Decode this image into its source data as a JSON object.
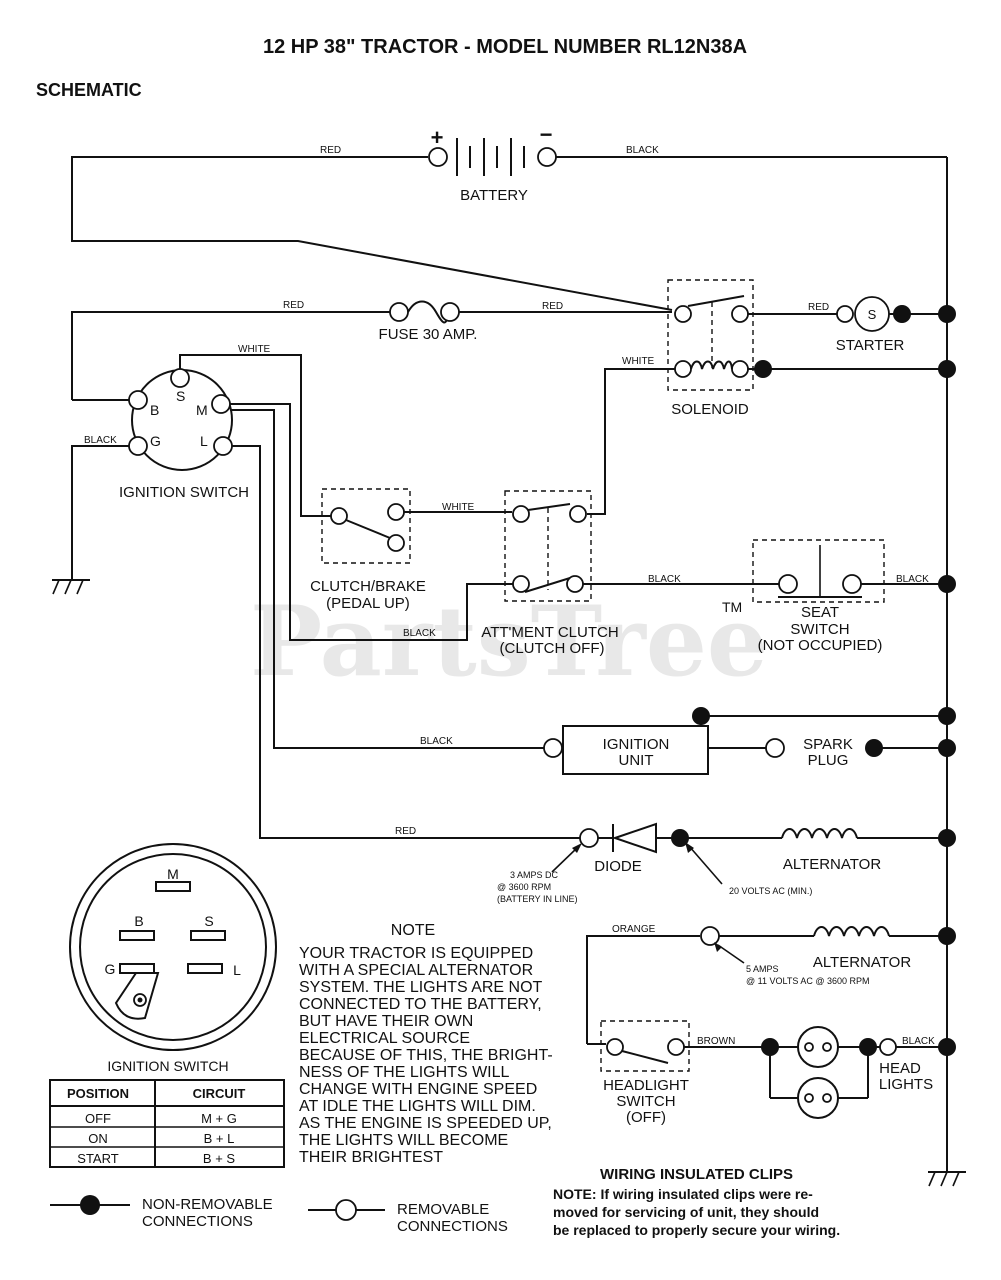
{
  "title": "12 HP 38\" TRACTOR - MODEL NUMBER RL12N38A",
  "subtitle": "SCHEMATIC",
  "watermark": "PartsTree",
  "watermark_tm": "TM",
  "wire_colors": {
    "red": "RED",
    "black": "BLACK",
    "white": "WHITE",
    "orange": "ORANGE",
    "brown": "BROWN"
  },
  "components": {
    "battery": "BATTERY",
    "battery_plus": "+",
    "battery_minus": "−",
    "fuse": "FUSE 30 AMP.",
    "starter": "STARTER",
    "starter_symbol": "S",
    "solenoid": "SOLENOID",
    "ignition_switch": "IGNITION SWITCH",
    "terminals": {
      "s": "S",
      "b": "B",
      "m": "M",
      "g": "G",
      "l": "L"
    },
    "clutch_brake_line1": "CLUTCH/BRAKE",
    "clutch_brake_line2": "(PEDAL UP)",
    "attment_clutch_line1": "ATT'MENT CLUTCH",
    "attment_clutch_line2": "(CLUTCH OFF)",
    "seat_switch_line1": "SEAT",
    "seat_switch_line2": "SWITCH",
    "seat_switch_line3": "(NOT OCCUPIED)",
    "ignition_unit_line1": "IGNITION",
    "ignition_unit_line2": "UNIT",
    "spark_plug_line1": "SPARK",
    "spark_plug_line2": "PLUG",
    "diode": "DIODE",
    "alternator": "ALTERNATOR",
    "diode_note_line1": "3 AMPS DC",
    "diode_note_line2": "@ 3600 RPM",
    "diode_note_line3": "(BATTERY IN LINE)",
    "alt_note_1": "20 VOLTS AC (MIN.)",
    "alt_note_2_line1": "5 AMPS",
    "alt_note_2_line2": "@ 11 VOLTS AC @ 3600 RPM",
    "headlight_switch_line1": "HEADLIGHT",
    "headlight_switch_line2": "SWITCH",
    "headlight_switch_line3": "(OFF)",
    "head_lights_line1": "HEAD",
    "head_lights_line2": "LIGHTS"
  },
  "switch_face": {
    "m": "M",
    "b": "B",
    "s": "S",
    "g": "G",
    "l": "L",
    "caption": "IGNITION SWITCH"
  },
  "switch_table": {
    "headers": [
      "POSITION",
      "CIRCUIT"
    ],
    "rows": [
      [
        "OFF",
        "M + G"
      ],
      [
        "ON",
        "B + L"
      ],
      [
        "START",
        "B + S"
      ]
    ]
  },
  "note": {
    "heading": "NOTE",
    "lines": [
      "YOUR TRACTOR IS EQUIPPED",
      "WITH A SPECIAL ALTERNATOR",
      "SYSTEM.  THE LIGHTS ARE NOT",
      "CONNECTED TO  THE BATTERY,",
      "BUT HAVE THEIR OWN",
      "ELECTRICAL SOURCE",
      "BECAUSE OF THIS, THE BRIGHT-",
      "NESS OF THE LIGHTS WILL",
      "CHANGE WITH ENGINE SPEED",
      "AT IDLE THE LIGHTS WILL DIM.",
      "AS THE ENGINE IS SPEEDED UP,",
      "THE LIGHTS WILL BECOME",
      "THEIR BRIGHTEST"
    ]
  },
  "wiring_clips": {
    "heading": "WIRING INSULATED CLIPS",
    "lines": [
      "NOTE: If wiring insulated clips  were  re-",
      "moved  for servicing  of  unit,  they should",
      "be replaced to properly secure your wiring."
    ]
  },
  "legend": {
    "non_removable_line1": "NON-REMOVABLE",
    "non_removable_line2": "CONNECTIONS",
    "removable_line1": "REMOVABLE",
    "removable_line2": "CONNECTIONS"
  }
}
